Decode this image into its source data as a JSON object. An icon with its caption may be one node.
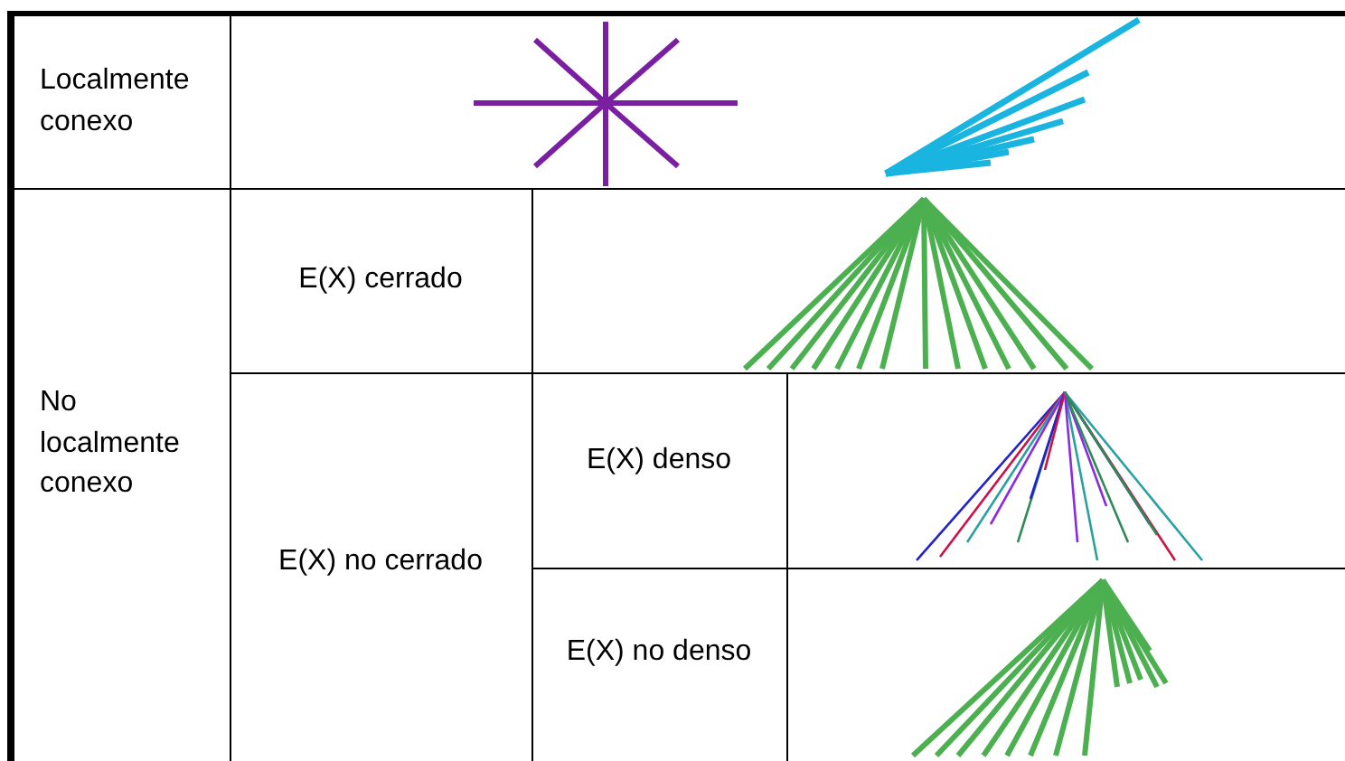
{
  "diagram": {
    "nodes": [
      {
        "text": [
          "Localmente conexo"
        ]
      },
      {
        "text": [
          "No localmente conexo"
        ]
      },
      {
        "text": [
          "E(X) cerrado"
        ]
      },
      {
        "text": [
          "E(X) no cerrado"
        ]
      },
      {
        "text": [
          "E(X) denso"
        ]
      },
      {
        "text": [
          "E(X) no denso"
        ]
      }
    ]
  }
}
